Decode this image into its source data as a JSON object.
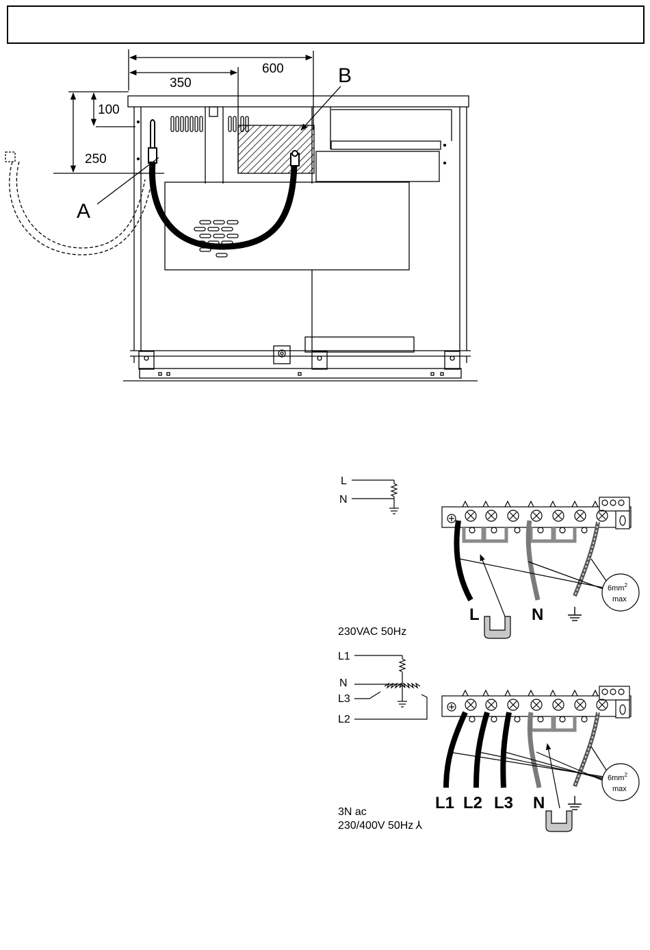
{
  "header": {
    "title": ""
  },
  "installation_diagram": {
    "dimensions": {
      "width_600": "600",
      "width_350": "350",
      "height_100": "100",
      "height_250": "250"
    },
    "callouts": {
      "a": "A",
      "b": "B"
    }
  },
  "single_phase": {
    "supply_labels": {
      "l": "L",
      "n": "N"
    },
    "wire_labels": {
      "l": "L",
      "n": "N"
    },
    "cable_note": {
      "line1": "6mm",
      "sup": "2",
      "line2": "max"
    },
    "voltage": "230VAC 50Hz",
    "earth_icon": "earth-ground-icon"
  },
  "three_phase": {
    "supply_labels": {
      "l1": "L1",
      "n": "N",
      "l3": "L3",
      "l2": "L2"
    },
    "wire_labels": {
      "l1": "L1",
      "l2": "L2",
      "l3": "L3",
      "n": "N"
    },
    "cable_note": {
      "line1": "6mm",
      "sup": "2",
      "line2": "max"
    },
    "supply_type": "3N ac",
    "voltage": "230/400V 50Hz",
    "star_symbol": "⅄",
    "earth_icon": "earth-ground-icon"
  }
}
